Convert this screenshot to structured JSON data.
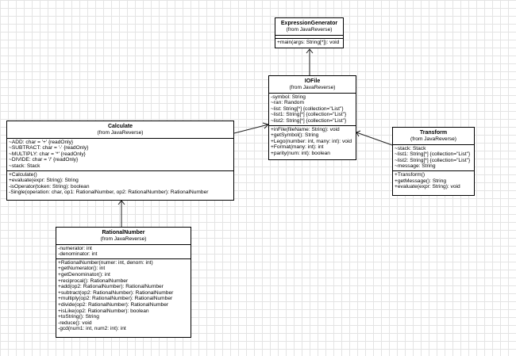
{
  "classes": {
    "expression_generator": {
      "name": "ExpressionGenerator",
      "package": "(from JavaReverse)",
      "attributes": [],
      "operations": [
        "+main(args: String[*]): void"
      ]
    },
    "iofile": {
      "name": "IOFile",
      "package": "(from JavaReverse)",
      "attributes": [
        "-symbol: String",
        "~ran: Random",
        "~list: String[*] {collection=\"List\"}",
        "~list1: String[*] {collection=\"List\"}",
        "~list2: String[*] {collection=\"List\"}"
      ],
      "operations": [
        "+inFile(fileName: String): void",
        "+getSymbol(): String",
        "+Lego(number: int, many: int): void",
        "+Format(many: int): int",
        "+parity(num: int): boolean"
      ]
    },
    "calculate": {
      "name": "Calculate",
      "package": "(from JavaReverse)",
      "attributes": [
        "~ADD: char = '+' {readOnly}",
        "~SUBTRACT: char = '-' {readOnly}",
        "~MULTIPLY: char = '*' {readOnly}",
        "~DIVIDE: char = '/' {readOnly}",
        "~stack: Stack"
      ],
      "operations": [
        "+Calculate()",
        "+evaluate(expr: String): String",
        "-isOperator(token: String): boolean",
        "-Single(operation: char, op1: RationalNumber, op2: RationalNumber): RationalNumber"
      ]
    },
    "transform": {
      "name": "Transform",
      "package": "(from JavaReverse)",
      "attributes": [
        "~stack: Stack",
        "~list1: String[*] {collection=\"List\"}",
        "~list2: String[*] {collection=\"List\"}",
        "~message: String"
      ],
      "operations": [
        "+Transform()",
        "+getMessage(): String",
        "+evaluate(expr: String): void"
      ]
    },
    "rational_number": {
      "name": "RationalNumber",
      "package": "(from JavaReverse)",
      "attributes": [
        "-numerator: int",
        "-denominator: int"
      ],
      "operations": [
        "+RationalNumber(numer: int, denom: int)",
        "+getNumerator(): int",
        "+getDenominator(): int",
        "+reciprocal(): RationalNumber",
        "+add(op2: RationalNumber): RationalNumber",
        "+subtract(op2: RationalNumber): RationalNumber",
        "+multiply(op2: RationalNumber): RationalNumber",
        "+divide(op2: RationalNumber): RationalNumber",
        "+isLike(op2: RationalNumber): boolean",
        "+toString(): String",
        "-reduce(): void",
        "-gcd(num1: int, num2: int): int"
      ]
    }
  },
  "relations": [
    {
      "from": "iofile",
      "to": "expression_generator",
      "type": "dependency"
    },
    {
      "from": "calculate",
      "to": "iofile",
      "type": "dependency"
    },
    {
      "from": "transform",
      "to": "iofile",
      "type": "dependency"
    },
    {
      "from": "rational_number",
      "to": "calculate",
      "type": "dependency"
    }
  ]
}
